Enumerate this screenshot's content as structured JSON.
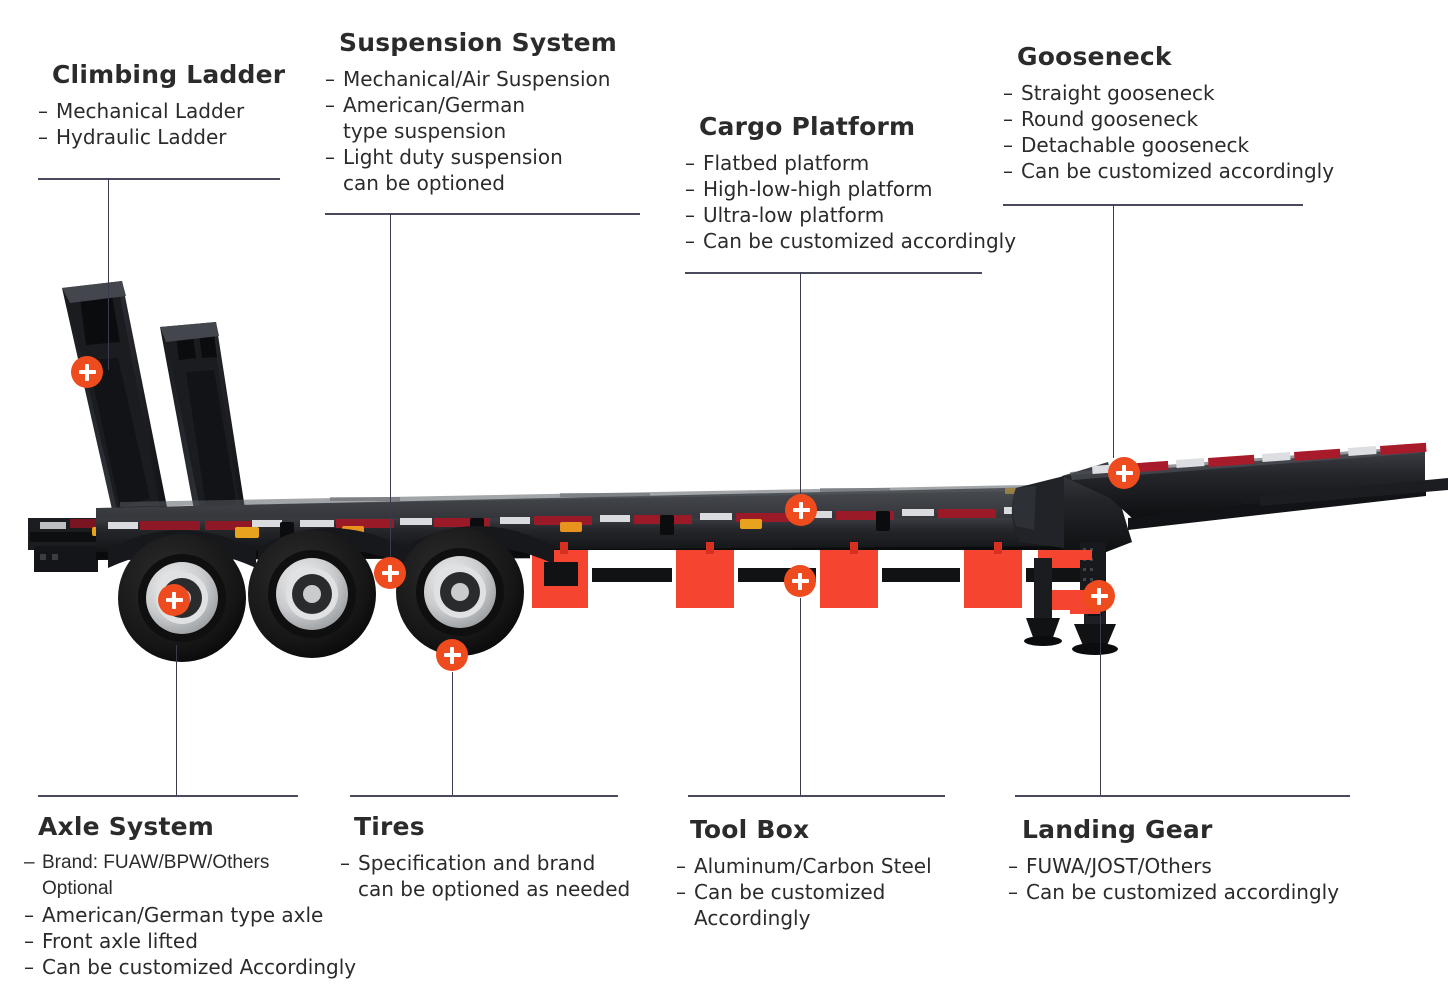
{
  "diagram": {
    "subject": "Lowbed semi-trailer feature callout diagram",
    "accent_color": "#ee4b1e",
    "line_color": "#3b3b4d",
    "text_color": "#2b2b2b"
  },
  "callouts": [
    {
      "id": "climbing-ladder",
      "title": "Climbing Ladder",
      "items": [
        {
          "text": "Mechanical Ladder",
          "cont": false
        },
        {
          "text": "Hydraulic Ladder",
          "cont": false
        }
      ]
    },
    {
      "id": "suspension-system",
      "title": "Suspension System",
      "items": [
        {
          "text": "Mechanical/Air Suspension",
          "cont": false
        },
        {
          "text": "American/German",
          "cont": false
        },
        {
          "text": "type suspension",
          "cont": true
        },
        {
          "text": "Light duty suspension",
          "cont": false
        },
        {
          "text": "can be optioned",
          "cont": true
        }
      ]
    },
    {
      "id": "cargo-platform",
      "title": "Cargo Platform",
      "items": [
        {
          "text": "Flatbed platform",
          "cont": false
        },
        {
          "text": "High-low-high platform",
          "cont": false
        },
        {
          "text": "Ultra-low platform",
          "cont": false
        },
        {
          "text": "Can be customized accordingly",
          "cont": false
        }
      ]
    },
    {
      "id": "gooseneck",
      "title": "Gooseneck",
      "items": [
        {
          "text": "Straight gooseneck",
          "cont": false
        },
        {
          "text": "Round gooseneck",
          "cont": false
        },
        {
          "text": "Detachable gooseneck",
          "cont": false
        },
        {
          "text": "Can be customized accordingly",
          "cont": false
        }
      ]
    },
    {
      "id": "axle-system",
      "title": "Axle System",
      "items": [
        {
          "text": "Brand: FUAW/BPW/Others",
          "cont": false,
          "narrow": true
        },
        {
          "text": "Optional",
          "cont": true,
          "narrow": true
        },
        {
          "text": "American/German type axle",
          "cont": false
        },
        {
          "text": "Front axle lifted",
          "cont": false
        },
        {
          "text": "Can be customized Accordingly",
          "cont": false
        }
      ]
    },
    {
      "id": "tires",
      "title": "Tires",
      "items": [
        {
          "text": "Specification and brand",
          "cont": false
        },
        {
          "text": "can be optioned as needed",
          "cont": true
        }
      ]
    },
    {
      "id": "tool-box",
      "title": "Tool Box",
      "items": [
        {
          "text": "Aluminum/Carbon Steel",
          "cont": false
        },
        {
          "text": "Can be customized",
          "cont": false
        },
        {
          "text": "Accordingly",
          "cont": true
        }
      ]
    },
    {
      "id": "landing-gear",
      "title": "Landing Gear",
      "items": [
        {
          "text": "FUWA/JOST/Others",
          "cont": false
        },
        {
          "text": "Can be customized accordingly",
          "cont": false
        }
      ]
    }
  ],
  "markers": [
    {
      "id": "marker-climbing-ladder",
      "label": "plus-marker"
    },
    {
      "id": "marker-suspension",
      "label": "plus-marker"
    },
    {
      "id": "marker-cargo-platform",
      "label": "plus-marker"
    },
    {
      "id": "marker-gooseneck",
      "label": "plus-marker"
    },
    {
      "id": "marker-axle-system",
      "label": "plus-marker"
    },
    {
      "id": "marker-tires",
      "label": "plus-marker"
    },
    {
      "id": "marker-tool-box",
      "label": "plus-marker"
    },
    {
      "id": "marker-landing-gear",
      "label": "plus-marker"
    }
  ]
}
